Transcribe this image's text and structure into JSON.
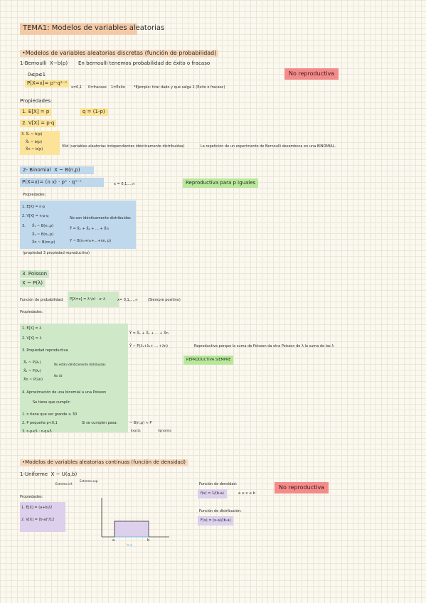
{
  "title": "TEMA1: Modelos de variables aleatorias",
  "discrete": {
    "header": "•Modelos de variables aleatorias discretas",
    "header_note": "(función de probabilidad)",
    "bernoulli": {
      "name": "1-Bernoulli",
      "notation": "X~b(p)",
      "desc": "En bernoulli tenemos probabilidad de éxito o fracaso",
      "range": "0≤p≤1",
      "formula": "P[X=x]= pˣ·q¹⁻ˣ",
      "x_values": "x=0,1",
      "x0": "0=fracaso",
      "x1": "1=Éxito",
      "example": "*Ejemplo: tirar dado y que salga 2 (Éxito o fracaso)",
      "badge": "No reproductiva",
      "props_label": "Propiedades:",
      "p1": "1. E[X] = p",
      "p2": "2. V[X] = p·q",
      "q_def": "q = (1-p)",
      "p3a": "3. X̄₁ ~ b(p)",
      "p3b": "X̄₂ ~ b(p)",
      "p3c": "X̄n ~ b(p)",
      "viid": "Viid (variables aleatorias independientes idénticamente distribuidas)",
      "rep_note": "La repetición de un experimento de Bernoulli desemboca en una BINOMIAL."
    },
    "binomial": {
      "name": "2- Binomial",
      "notation": "X ~ B(n,p)",
      "formula_left": "P(X=x)=",
      "formula_comb": "(n x)",
      "formula_right": "· pˣ · qⁿ⁻ˣ",
      "x_values": "x = 0,1,...,n",
      "badge": "Reproductiva para p iguales",
      "props_label": "Propiedades:",
      "p1": "1. E[X] = n·p",
      "p2": "2. V[X] = n·p·q",
      "p3": "3.",
      "p3a": "X̄₁ ~ B(n₁,p)",
      "p3b": "X̄₂ ~ B(n₂,p)",
      "p3c": "X̄n ~ B(nn,p)",
      "not_iid": "No son idénticamente distribuidas",
      "sum": "Ȳ = X̄₁ + X̄₂ + ... + X̄n",
      "sum_dist": "Y ~ B(n₁+n₂+...+nn, p)",
      "foot": "(propiedad 3 propiedad reproductiva)"
    },
    "poisson": {
      "name": "3. Poisson",
      "notation": "X ~ P(λ)",
      "fp_label": "Función de probabilidad:",
      "formula": "P[X=x] = λˣ/x! · e⁻λ",
      "x_values": "x= 0,1,...,∞",
      "x_note": "(Siempre positivo)",
      "props_label": "Propiedades:",
      "p1": "1. E[X] = λ",
      "p2": "2. V[X] = λ",
      "p3": "3. Propiedad reproductiva",
      "p3a": "X̄₁ ~ P(λ₁)",
      "p3b": "X̄₂ ~ P(λ₂)",
      "p3c": "X̄n ~ P(λn)",
      "p3_note1": "No están idénticamente distribuidas",
      "p3_note2": "No iid",
      "sum": "Ȳ = X̄₁ + X̄₂ + ... + X̄n",
      "sum_dist": "Ȳ ~ P(λ₁+λ₂+ ... +λn)",
      "rep_note": "Reproductiva porque la suma de Poisson da otra Poisson de λ la suma de las λ",
      "badge": "REPRODUCTIVA SIEMPRE",
      "p4": "4. Aproximación de una binomial a una Poisson",
      "p4_intro": "Se tiene que cumplir:",
      "c1": "1. n tiene que ser grande ≥ 30",
      "c2": "2. P pequeña   p<0,1",
      "c3": "3. n·p≤5 : n·q≥5",
      "if_met": "Si se cumplen pasa:",
      "approx": "~ B(n,p) ≈ P",
      "approx_l": "Exacta",
      "approx_r": "Aproxima"
    }
  },
  "continuous": {
    "header": "•Modelos de variables aleatorias continuas",
    "header_note": "(función de densidad)",
    "uniform": {
      "name": "1-Uniforme",
      "notation": "X ~ U(a,b)",
      "a_label": "Extremo inf.",
      "b_label": "Extremo sup.",
      "props_label": "Propiedades:",
      "p1": "1. E[X] = (a+b)/2",
      "p2": "2. V[X] = (b-a)²/12",
      "fd_label": "Función de densidad:",
      "fd": "f(x) = 1/(b-a)",
      "fd_range": "a ≤ x ≤ b",
      "fdist_label": "Función de distribución:",
      "fdist": "F(x) = (x-a)/(b-a)",
      "badge": "No reproductiva",
      "axis_a": "a",
      "axis_b": "b",
      "axis_ba": "b-a"
    }
  }
}
